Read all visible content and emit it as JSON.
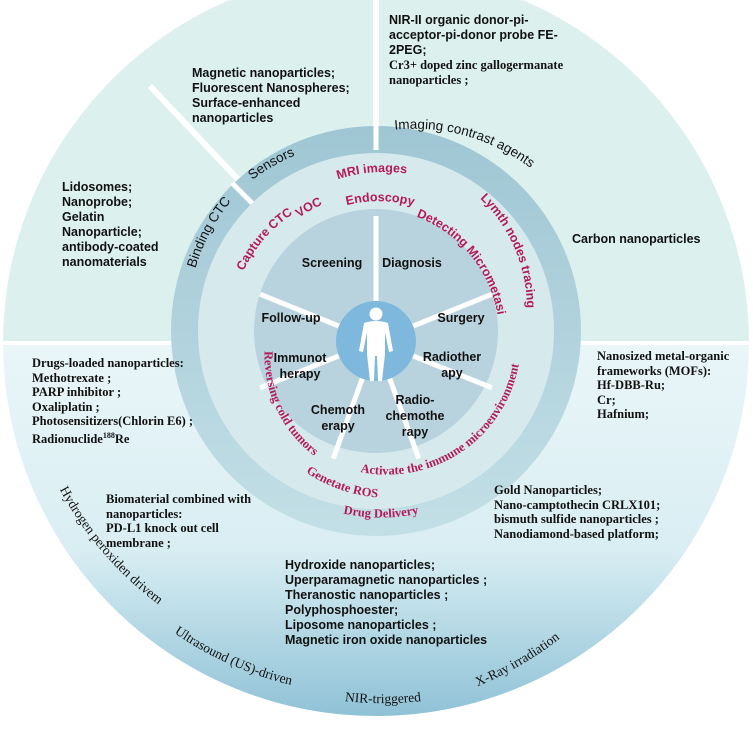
{
  "colors": {
    "outer_ring_top": "#dcf1ee",
    "outer_ring_bottom": "#c7e5ec",
    "band": "#a9cfdc",
    "inner_disc": "#cfe6ec",
    "sector": "#b9d3de",
    "center": "#7fb8dd",
    "magenta": "#b5195a",
    "text": "#111111"
  },
  "ring_labels": {
    "binding_ctc": "Binding CTC",
    "sensors": "Sensors",
    "imaging": "Imaging contrast agents",
    "hydrogen": "Hydrogen peroxiden drivem",
    "ultrasound": "Ultrasound (US)-driven",
    "nir": "NIR-triggered",
    "xray": "X-Ray irradiation"
  },
  "magenta_labels": {
    "capture_ctc": "Capture CTC",
    "voc": "VOC",
    "mri": "MRI images",
    "endoscopy": "Endoscopy",
    "detecting": "Detecting Micrometasis",
    "lymph": "Lymth nodes tracing",
    "reversing": "Reversing cold tumors",
    "activate": "Activate the immune microenvironment",
    "ros": "Genetate ROS",
    "drug_delivery": "Drug Delivery"
  },
  "sectors": {
    "screening": [
      "Screening"
    ],
    "diagnosis": [
      "Diagnosis"
    ],
    "followup": [
      "Follow-up"
    ],
    "surgery": [
      "Surgery"
    ],
    "immunotherapy": [
      "Immunot",
      "herapy"
    ],
    "radiotherapy": [
      "Radiother",
      "apy"
    ],
    "chemotherapy": [
      "Chemoth",
      "erapy"
    ],
    "radiochemo": [
      "Radio-",
      "chemothe",
      "rapy"
    ]
  },
  "boxes": {
    "binding": [
      "Lidosomes;",
      "Nanoprobe;",
      "Gelatin",
      "Nanoparticle;",
      "antibody-coated",
      "nanomaterials"
    ],
    "sensors": [
      "Magnetic nanoparticles;",
      "Fluorescent Nanospheres;",
      "Surface-enhanced",
      "nanoparticles"
    ],
    "imaging": [
      "NIR-II organic donor-pi-",
      "acceptor-pi-donor probe FE-",
      "2PEG;"
    ],
    "imaging_serif": [
      "Cr3+ doped zinc gallogermanate",
      "nanoparticles ;"
    ],
    "carbon": [
      "Carbon nanoparticles"
    ],
    "drugs": [
      "Drugs-loaded nanoparticles:",
      "Methotrexate ;",
      "PARP inhibitor ;",
      "Oxaliplatin ;",
      "Photosensitizers(Chlorin E6) ;"
    ],
    "drugs_radionuclide": "Radionuclide",
    "drugs_radionuclide_sup": "188",
    "drugs_radionuclide_tail": "Re",
    "mofs": [
      "Nanosized metal-organic",
      "frameworks (MOFs):",
      "Hf-DBB-Ru;",
      "Cr;",
      "Hafnium;"
    ],
    "biomaterial": [
      "Biomaterial combined with",
      "nanoparticles:",
      "PD-L1 knock out cell",
      "membrane ;"
    ],
    "gold": [
      "Gold Nanoparticles;",
      "Nano-camptothecin CRLX101;",
      "bismuth sulfide nanoparticles ;",
      "Nanodiamond-based platform;"
    ],
    "hydroxide": [
      "Hydroxide nanoparticles;",
      "Uperparamagnetic nanoparticles ;",
      "Theranostic nanoparticles ;",
      "Polyphosphoester;",
      "Liposome nanoparticles ;",
      "Magnetic iron oxide nanoparticles"
    ]
  }
}
